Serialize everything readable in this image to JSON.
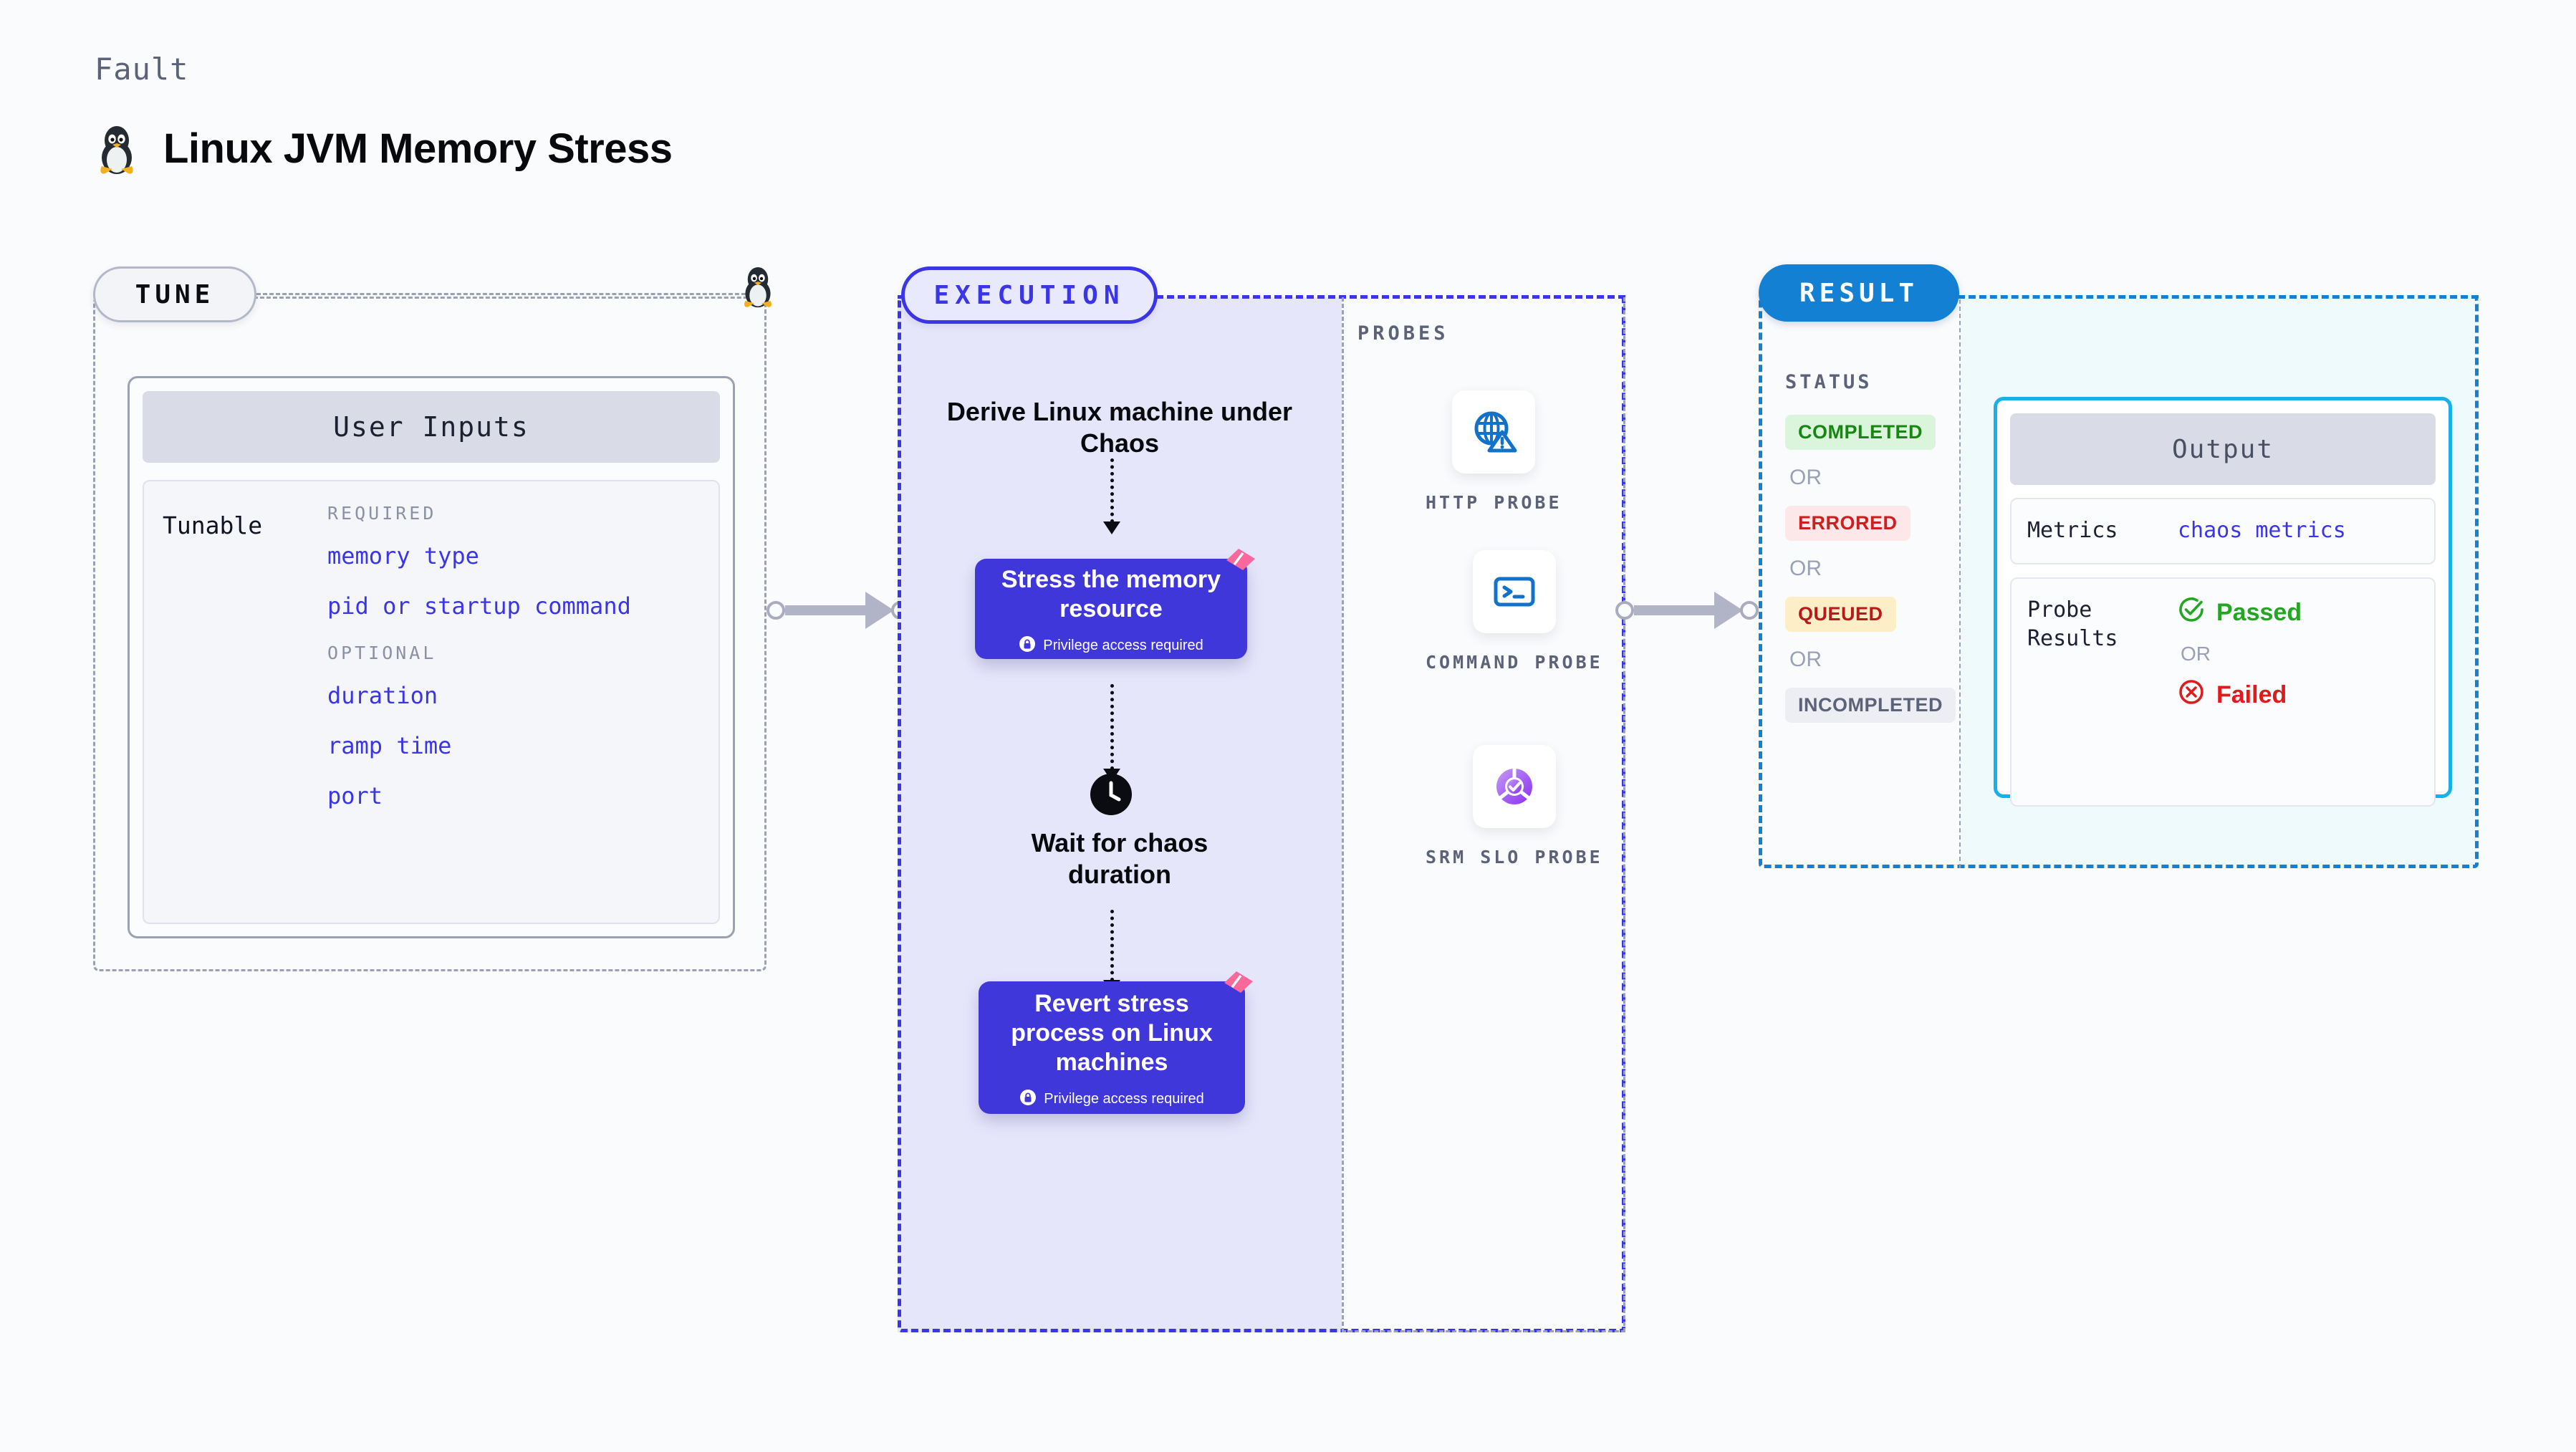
{
  "header": {
    "eyebrow": "Fault",
    "title": "Linux JVM Memory Stress",
    "icon": "linux-penguin-icon"
  },
  "tune": {
    "pill_label": "TUNE",
    "card_title": "User Inputs",
    "tunable_label": "Tunable",
    "groups": [
      {
        "title": "REQUIRED",
        "items": [
          "memory type",
          "pid or startup command"
        ]
      },
      {
        "title": "OPTIONAL",
        "items": [
          "duration",
          "ramp time",
          "port"
        ]
      }
    ]
  },
  "execution": {
    "pill_label": "EXECUTION",
    "steps": [
      {
        "type": "text",
        "label": "Derive Linux machine under Chaos"
      },
      {
        "type": "card",
        "label": "Stress the memory resource",
        "privilege": "Privilege access required"
      },
      {
        "type": "text",
        "label": "Wait for chaos duration",
        "icon": "clock-icon"
      },
      {
        "type": "card",
        "label": "Revert stress process on Linux machines",
        "privilege": "Privilege access required"
      }
    ]
  },
  "probes": {
    "title": "PROBES",
    "items": [
      {
        "name": "HTTP PROBE",
        "icon": "globe-warning-icon"
      },
      {
        "name": "COMMAND PROBE",
        "icon": "terminal-icon"
      },
      {
        "name": "SRM SLO PROBE",
        "icon": "slo-donut-check-icon"
      }
    ]
  },
  "result": {
    "pill_label": "RESULT",
    "status_title": "STATUS",
    "or_label": "OR",
    "statuses": [
      {
        "label": "COMPLETED",
        "bg": "#dbf5dd",
        "fg": "#16880f"
      },
      {
        "label": "ERRORED",
        "bg": "#fce8e8",
        "fg": "#cc1f1f"
      },
      {
        "label": "QUEUED",
        "bg": "#fcefc7",
        "fg": "#b81a1a"
      },
      {
        "label": "INCOMPLETED",
        "bg": "#eceef4",
        "fg": "#5c6378"
      }
    ],
    "output": {
      "title": "Output",
      "metrics_label": "Metrics",
      "metrics_value": "chaos metrics",
      "probe_results_label": "Probe Results",
      "passed_label": "Passed",
      "failed_label": "Failed",
      "or_label": "OR",
      "passed_color": "#24a524",
      "failed_color": "#e01b1b"
    }
  },
  "colors": {
    "accent_purple": "#3b35e8",
    "accent_blue": "#1380d4",
    "accent_cyan": "#18b0e8",
    "badge_pink": "#f8689b"
  }
}
